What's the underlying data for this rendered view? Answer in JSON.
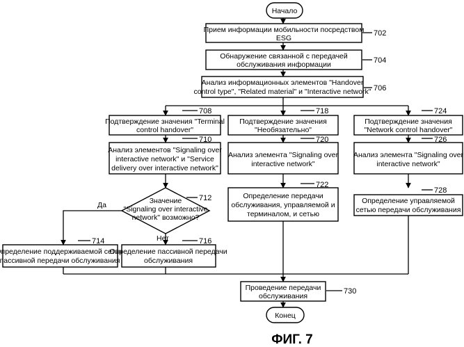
{
  "figure_label": "ФИГ. 7",
  "start": {
    "label": "Начало",
    "ref": ""
  },
  "end": {
    "label": "Конец",
    "ref": ""
  },
  "steps": {
    "s702": {
      "ref": "702",
      "lines": [
        "Прием информации мобильности посредством",
        "ESG"
      ]
    },
    "s704": {
      "ref": "704",
      "lines": [
        "Обнаружение связанной с передачей",
        "обслуживания информации"
      ]
    },
    "s706": {
      "ref": "706",
      "lines": [
        "Анализ информационных элементов \"Handover",
        "control type\", \"Related material\" и \"Interactive network\""
      ]
    },
    "s708": {
      "ref": "708",
      "lines": [
        "Подтверждение значения \"Terminal",
        "control handover\""
      ]
    },
    "s718": {
      "ref": "718",
      "lines": [
        "Подтверждение значения",
        "\"Необязательно\""
      ]
    },
    "s724": {
      "ref": "724",
      "lines": [
        "Подтверждение значения",
        "\"Network control handover\""
      ]
    },
    "s710": {
      "ref": "710",
      "lines": [
        "Анализ элементов \"Signaling over",
        "interactive network\" и \"Service",
        "delivery over interactive network\""
      ]
    },
    "s720": {
      "ref": "720",
      "lines": [
        "Анализ элемента \"Signaling over",
        "interactive network\""
      ]
    },
    "s726": {
      "ref": "726",
      "lines": [
        "Анализ элемента \"Signaling over",
        "interactive network\""
      ]
    },
    "s712": {
      "ref": "712",
      "lines": [
        "Значение",
        "\"Signaling over interactive",
        "network\" возможно?"
      ]
    },
    "s722": {
      "ref": "722",
      "lines": [
        "Определение передачи",
        "обслуживания, управляемой и",
        "терминалом, и сетью"
      ]
    },
    "s728": {
      "ref": "728",
      "lines": [
        "Определение управляемой",
        "сетью передачи обслуживания"
      ]
    },
    "s714": {
      "ref": "714",
      "lines": [
        "Определение поддерживаемой сетью",
        "пассивной передачи обслуживания"
      ]
    },
    "s716": {
      "ref": "716",
      "lines": [
        "Определение пассивной передачи",
        "обслуживания"
      ]
    },
    "s730": {
      "ref": "730",
      "lines": [
        "Проведение передачи",
        "обслуживания"
      ]
    }
  },
  "branch_labels": {
    "yes": "Да",
    "no": "Нет"
  }
}
